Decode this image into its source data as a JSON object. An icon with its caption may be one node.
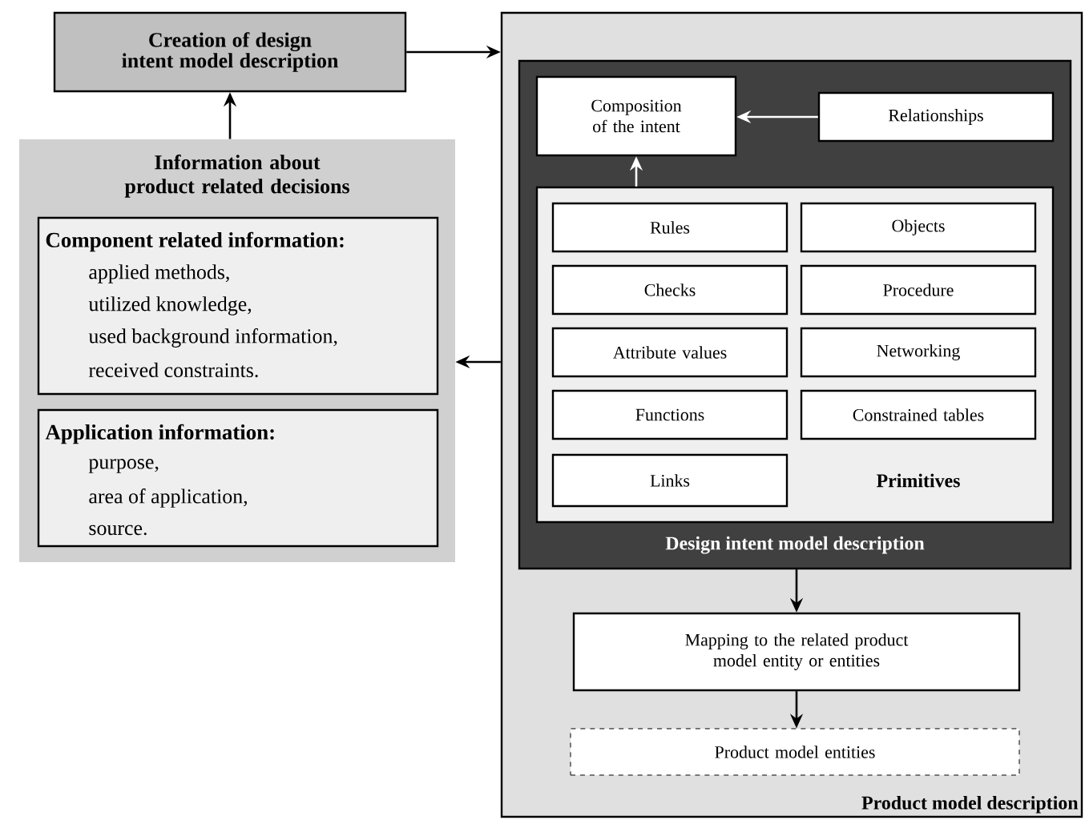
{
  "diagram": {
    "nodes": [
      {
        "text": [
          "Creation of design intent model description"
        ]
      },
      {
        "text": [
          "Information about product related decisions"
        ]
      },
      {
        "text": [
          "Component  related information:",
          "applied methods,",
          "utilized knowledge,",
          "used background information,",
          "received constraints."
        ],
        "in": 1
      },
      {
        "text": [
          "Application information:",
          "purpose,",
          "area of application,",
          "source."
        ],
        "in": 1
      },
      {
        "text": [
          "Product model description"
        ]
      },
      {
        "text": [
          "Design intent model description"
        ],
        "in": 4
      },
      {
        "text": [
          "Composition of the intent"
        ],
        "in": 5
      },
      {
        "text": [
          "Relationships"
        ],
        "in": 5
      },
      {
        "text": [
          "Primitives"
        ],
        "in": 5
      },
      {
        "text": [
          "Rules"
        ],
        "in": 8
      },
      {
        "text": [
          "Objects"
        ],
        "in": 8
      },
      {
        "text": [
          "Checks"
        ],
        "in": 8
      },
      {
        "text": [
          "Procedure"
        ],
        "in": 8
      },
      {
        "text": [
          "Attribute values"
        ],
        "in": 8
      },
      {
        "text": [
          "Networking"
        ],
        "in": 8
      },
      {
        "text": [
          "Functions"
        ],
        "in": 8
      },
      {
        "text": [
          "Constrained tables"
        ],
        "in": 8
      },
      {
        "text": [
          "Links"
        ],
        "in": 8
      },
      {
        "text": [
          "Mapping to the related product model entity or entities"
        ],
        "in": 4
      },
      {
        "text": [
          "Product model entities"
        ],
        "in": 4
      }
    ],
    "edges": [
      {
        "from": 0,
        "to": 4,
        "arrow": "to"
      },
      {
        "from": 1,
        "to": 0,
        "arrow": "to"
      },
      {
        "from": 4,
        "to": 1,
        "arrow": "to"
      },
      {
        "from": 7,
        "to": 6,
        "arrow": "to",
        "color": "#ffffff"
      },
      {
        "from": 8,
        "to": 6,
        "arrow": "to",
        "color": "#ffffff"
      },
      {
        "from": 5,
        "to": 18,
        "arrow": "to"
      },
      {
        "from": 18,
        "to": 19,
        "arrow": "to"
      }
    ]
  }
}
